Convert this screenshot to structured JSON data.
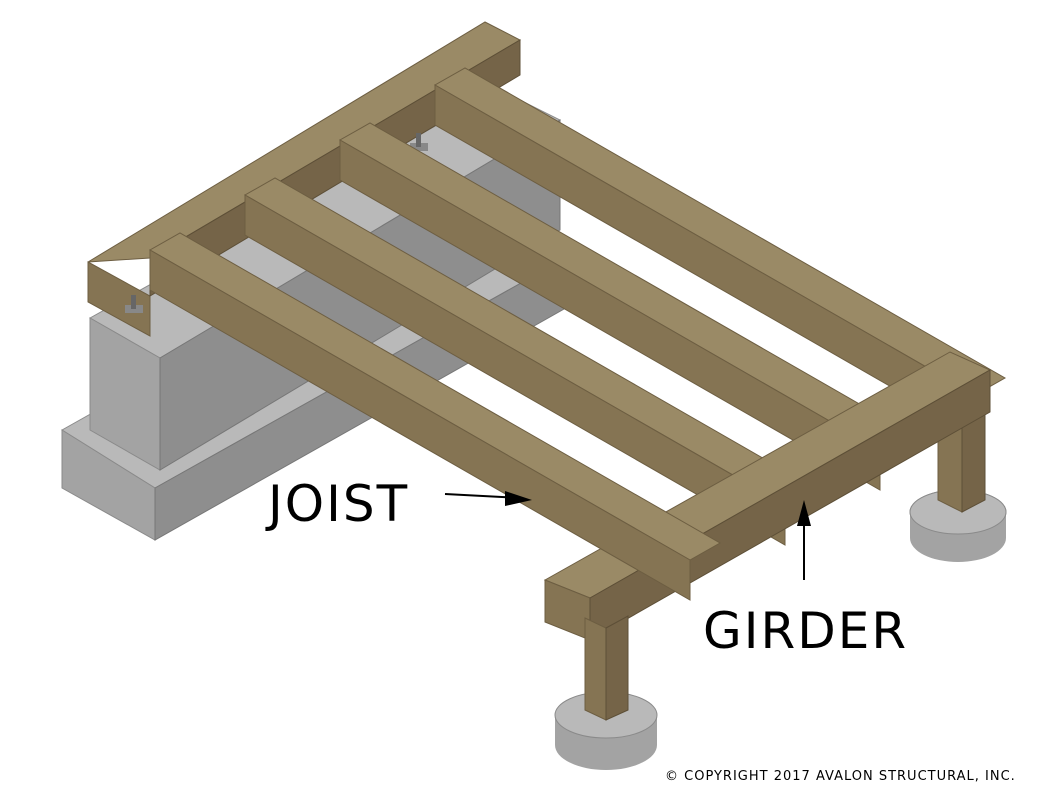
{
  "labels": {
    "joist": "JOIST",
    "girder": "GIRDER"
  },
  "copyright": "© COPYRIGHT 2017 AVALON STRUCTURAL, INC.",
  "colors": {
    "wood": "#9a8a66",
    "concrete": "#b9b9b9"
  }
}
